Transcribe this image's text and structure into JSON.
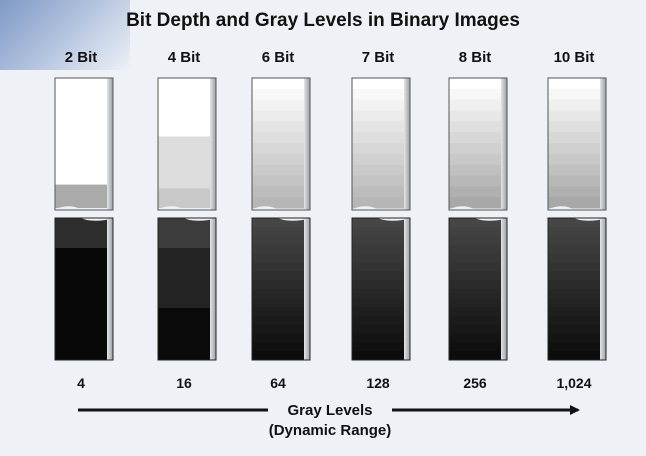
{
  "title": "Bit Depth and Gray Levels in Binary Images",
  "columns": [
    {
      "bit_label": "2 Bit",
      "gray_levels_label": "4",
      "gray_levels": 4
    },
    {
      "bit_label": "4 Bit",
      "gray_levels_label": "16",
      "gray_levels": 16
    },
    {
      "bit_label": "6 Bit",
      "gray_levels_label": "64",
      "gray_levels": 64
    },
    {
      "bit_label": "7 Bit",
      "gray_levels_label": "128",
      "gray_levels": 128
    },
    {
      "bit_label": "8 Bit",
      "gray_levels_label": "256",
      "gray_levels": 256
    },
    {
      "bit_label": "10 Bit",
      "gray_levels_label": "1,024",
      "gray_levels": 1024
    }
  ],
  "axis": {
    "line1": "Gray Levels",
    "line2": "(Dynamic Range)"
  }
}
